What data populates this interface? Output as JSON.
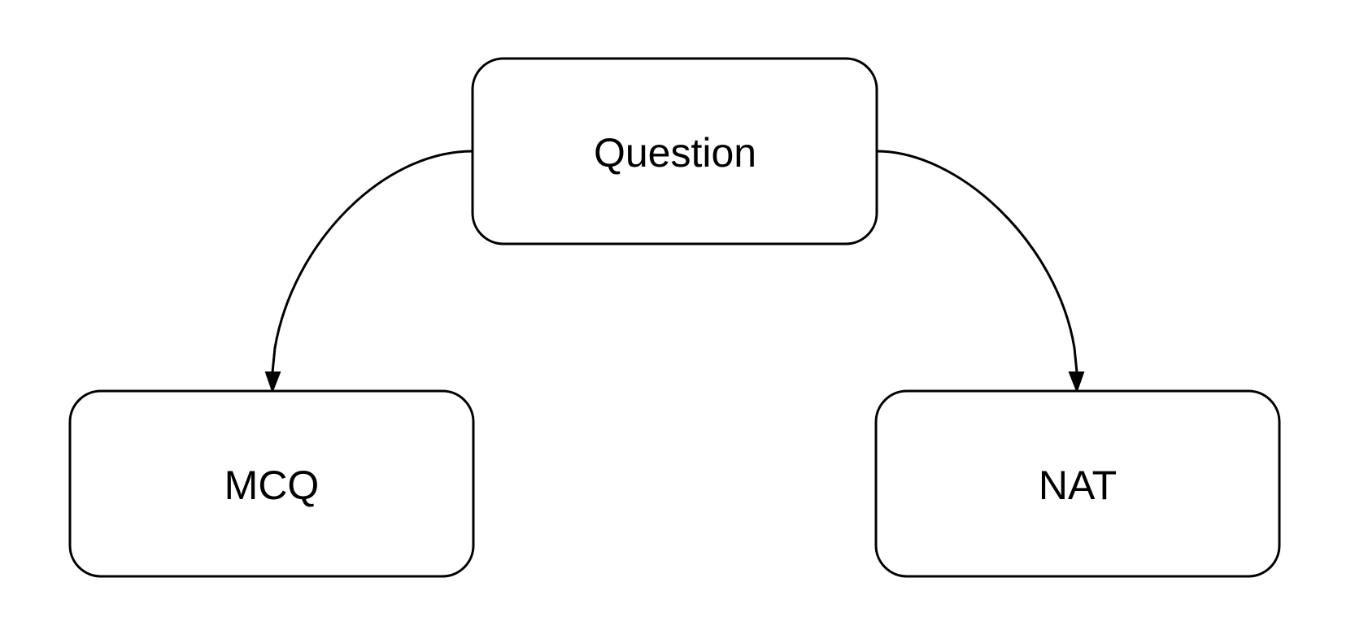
{
  "diagram": {
    "nodes": [
      {
        "id": "question",
        "label": "Question"
      },
      {
        "id": "mcq",
        "label": "MCQ"
      },
      {
        "id": "nat",
        "label": "NAT"
      }
    ],
    "edges": [
      {
        "from": "question",
        "to": "mcq"
      },
      {
        "from": "question",
        "to": "nat"
      }
    ],
    "colors": {
      "stroke": "#000000",
      "fill": "#ffffff",
      "text": "#000000"
    }
  }
}
